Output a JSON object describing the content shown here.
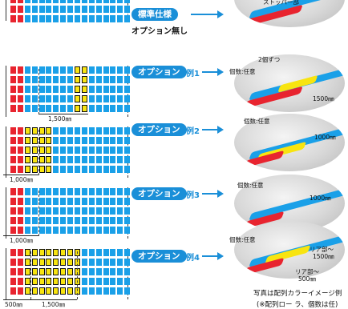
{
  "rows": [
    {
      "label": "標準仕様",
      "sublabel": "オプション無し",
      "photo_top_label": "ストッパー部",
      "photo_labels": [],
      "pattern": "standard",
      "dims": []
    },
    {
      "label": "オプション",
      "example": "例1",
      "photo_labels": [
        "2個ずつ",
        "個数:任意",
        "1500㎜"
      ],
      "pattern": "ex1",
      "dims": [
        "1,500㎜"
      ]
    },
    {
      "label": "オプション",
      "example": "例2",
      "photo_labels": [
        "個数:任意",
        "1000㎜"
      ],
      "pattern": "ex2",
      "dims": [
        "1,000㎜"
      ]
    },
    {
      "label": "オプション",
      "example": "例3",
      "photo_labels": [
        "個数:任意",
        "1000㎜"
      ],
      "pattern": "ex3",
      "dims": [
        "1,000㎜"
      ]
    },
    {
      "label": "オプション",
      "example": "例4",
      "photo_labels": [
        "個数:任意",
        "リア部〜",
        "1500㎜",
        "リア部〜",
        "500㎜"
      ],
      "pattern": "ex4",
      "dims": [
        "500㎜",
        "1,500㎜"
      ]
    }
  ],
  "caption": {
    "line1": "写真は配列カラーイメージ例",
    "line2": "(※配列ロー ラ、個数は任)"
  },
  "colors": {
    "blue": "#1aa0e8",
    "red": "#e8242f",
    "yellow": "#f8e410",
    "accent": "#1a8fd8"
  }
}
